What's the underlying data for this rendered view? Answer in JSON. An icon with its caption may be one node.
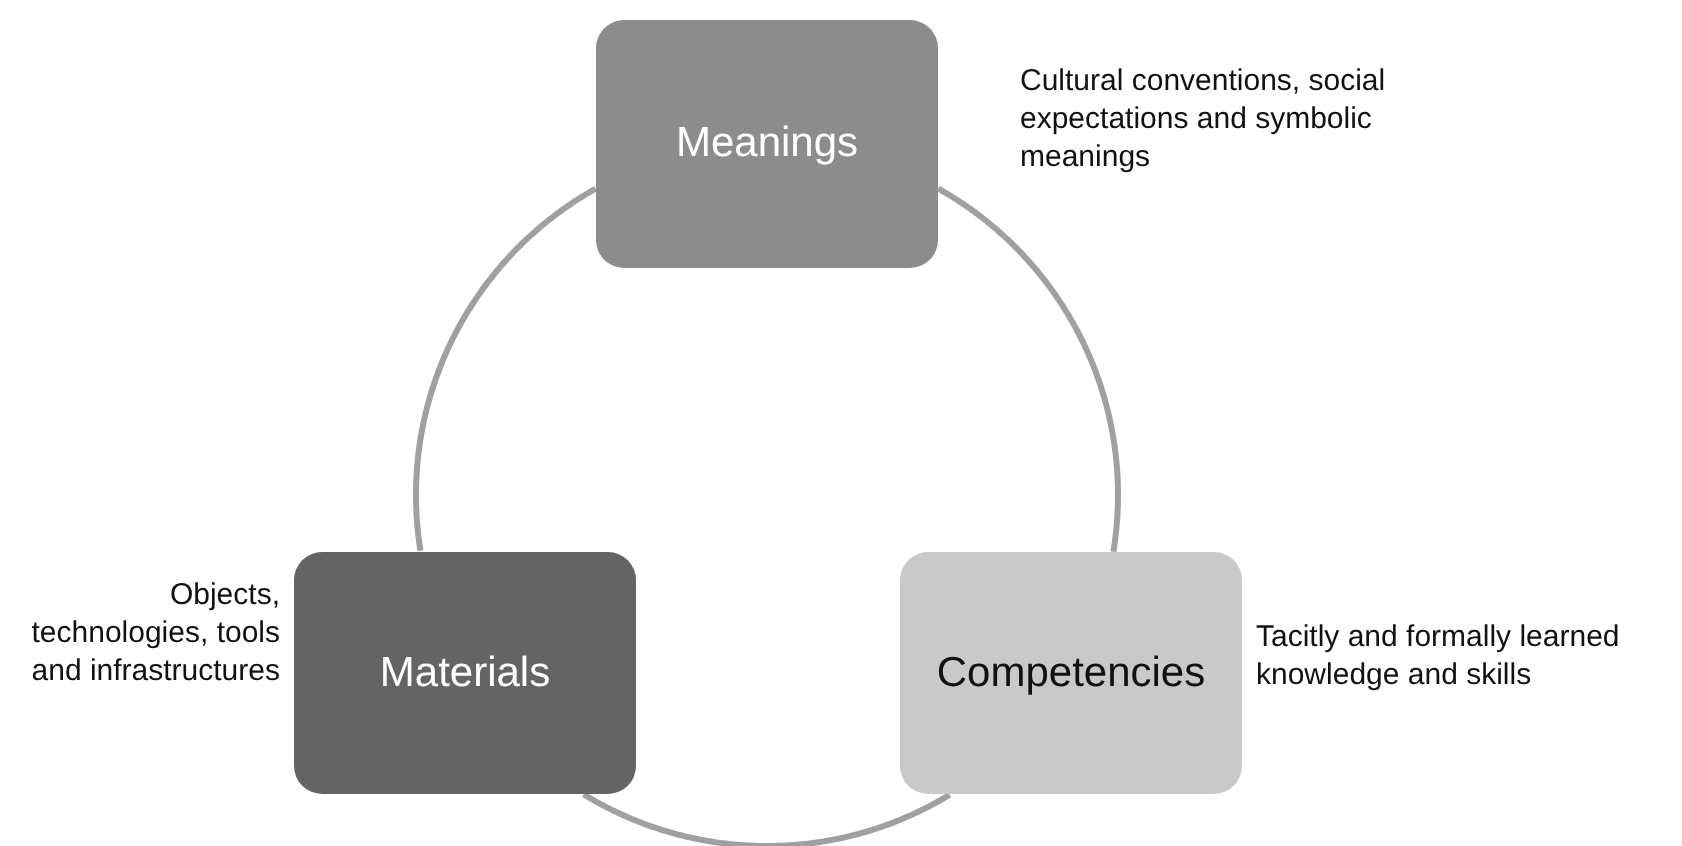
{
  "diagram": {
    "nodes": [
      {
        "text": [
          "Meanings"
        ],
        "beside": [
          "Cultural conventions, social expectations and symbolic meanings"
        ]
      },
      {
        "text": [
          "Materials"
        ],
        "beside": [
          "Objects, technologies, tools and infrastructures"
        ]
      },
      {
        "text": [
          "Competencies"
        ],
        "beside": [
          "Tacitly and formally learned knowledge and skills"
        ]
      }
    ],
    "edges": [
      {
        "from": 0,
        "to": 2,
        "arrow": "none"
      },
      {
        "from": 2,
        "to": 1,
        "arrow": "none"
      },
      {
        "from": 1,
        "to": 0,
        "arrow": "none"
      }
    ]
  }
}
